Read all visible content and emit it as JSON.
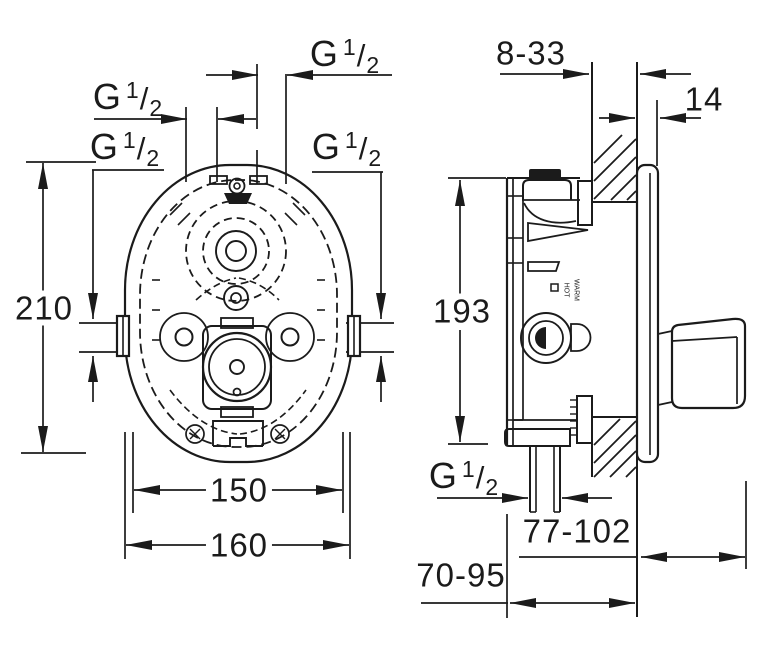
{
  "colors": {
    "background": "#ffffff",
    "line": "#1b1b1b"
  },
  "front_view": {
    "port_labels": {
      "top_right": "G 1/2",
      "mid_left": "G 1/2",
      "side_left": "G 1/2",
      "side_right": "G 1/2"
    },
    "dimensions": {
      "height": "210",
      "port_spacing": "150",
      "width": "160"
    }
  },
  "side_view": {
    "port_labels": {
      "bottom": "G 1/2"
    },
    "markings": {
      "hot": "HOT",
      "warm": "WARM"
    },
    "dimensions": {
      "finished_wall_range": "8-33",
      "trim_gap": "14",
      "height": "193",
      "depth_range_a": "77-102",
      "depth_range_b": "70-95"
    }
  }
}
